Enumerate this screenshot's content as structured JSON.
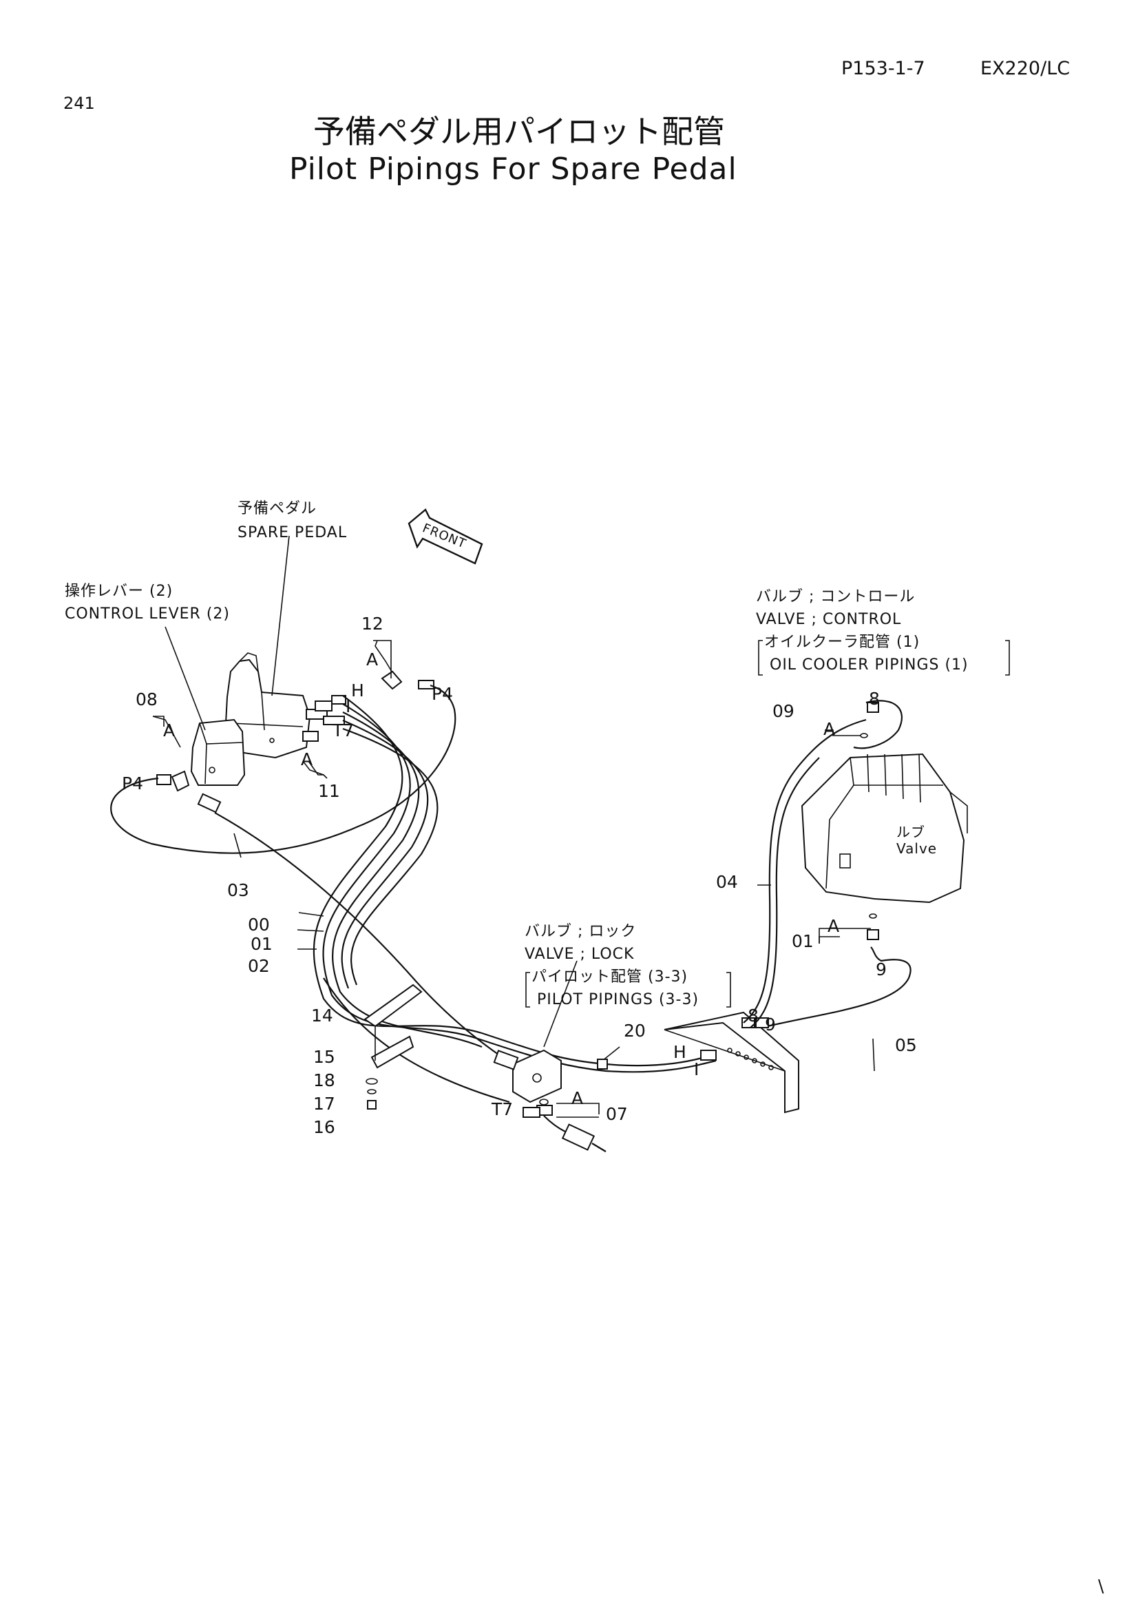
{
  "header": {
    "ref": "P153-1-7",
    "model": "EX220/LC"
  },
  "page_number": "241",
  "title": {
    "jp": "予備ペダル用パイロット配管",
    "en": "Pilot Pipings For Spare Pedal"
  },
  "labels": {
    "spare_pedal_jp": "予備ペダル",
    "spare_pedal_en": "SPARE PEDAL",
    "front": "FRONT",
    "control_lever_jp": "操作レバー (2)",
    "control_lever_en": "CONTROL LEVER (2)",
    "valve_control_jp": "バルブ ; コントロール",
    "valve_control_en": "VALVE ; CONTROL",
    "oil_cooler_jp": "オイルクーラ配管 (1)",
    "oil_cooler_en": "OIL COOLER PIPINGS (1)",
    "valve_body": "ルブ\nValve",
    "valve_lock_jp": "バルブ ; ロック",
    "valve_lock_en": "VALVE ; LOCK",
    "pilot_pipings_jp": "パイロット配管 (3-3)",
    "pilot_pipings_en": "PILOT PIPINGS (3-3)"
  },
  "callouts": {
    "p12": "12",
    "a_top": "A",
    "h_top": "H",
    "i_top": "I",
    "p4_top": "P4",
    "t7_top": "T7",
    "a_mid": "A",
    "p11": "11",
    "p08": "08",
    "a_left": "A",
    "p4_left": "P4",
    "p03": "03",
    "p00": "00",
    "p01": "01",
    "p02": "02",
    "p14": "14",
    "p15": "15",
    "p18": "18",
    "p17": "17",
    "p16": "16",
    "t7_bottom": "T7",
    "a_bottom": "A",
    "p07": "07",
    "p20": "20",
    "h_right": "H",
    "i_right": "I",
    "p09": "09",
    "p8_top": "8",
    "a_valve": "A",
    "p04": "04",
    "p01_right": "01",
    "a_right": "A",
    "p9_right": "9",
    "p8_mid": "8",
    "p9_mid": "9",
    "p05": "05"
  },
  "corner_mark": "\\"
}
